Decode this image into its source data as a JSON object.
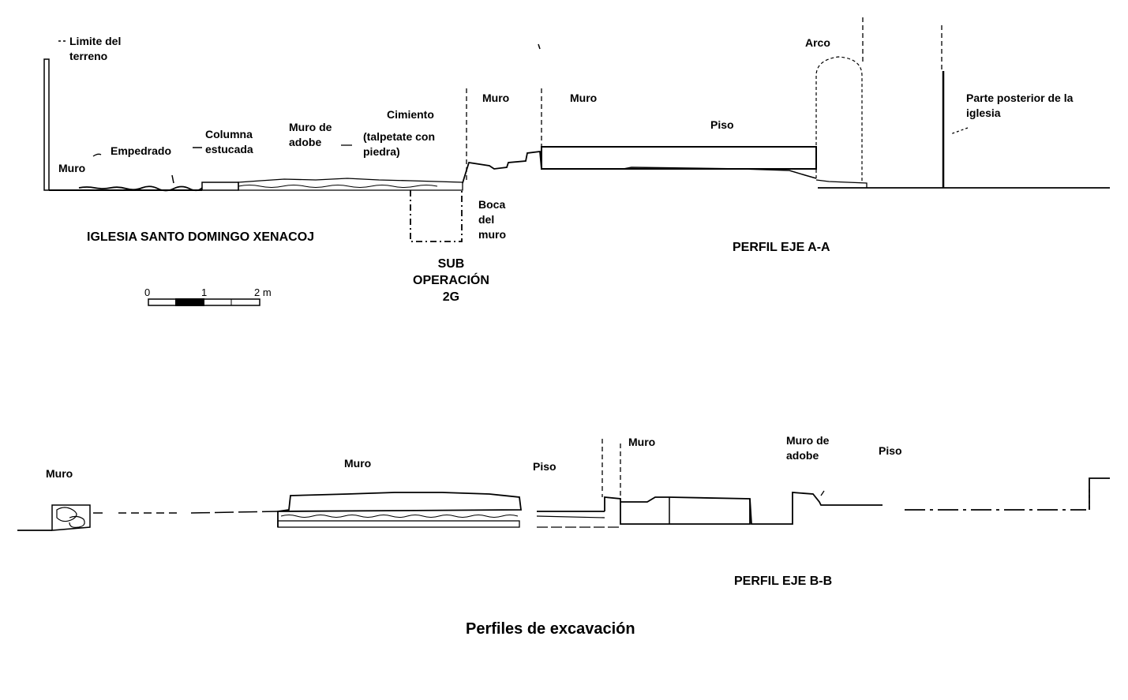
{
  "top_profile": {
    "labels": {
      "limite": "Limite del\nterreno",
      "muro_left": "Muro",
      "empedrado": "Empedrado",
      "columna": "Columna\nestucada",
      "muro_adobe": "Muro de\nadobe",
      "cimiento": "Cimiento",
      "talpetate": "(talpetate con\npiedra)",
      "muro_1": "Muro",
      "muro_2": "Muro",
      "piso": "Piso",
      "arco": "Arco",
      "parte_posterior": "Parte posterior de la\niglesia",
      "boca": "Boca\ndel\nmuro",
      "sub_operacion": "SUB\nOPERACIÓN\n2G"
    },
    "site_title": "IGLESIA SANTO DOMINGO XENACOJ",
    "profile_title": "PERFIL EJE A-A",
    "scale": {
      "t0": "0",
      "t1": "1",
      "t2": "2 m"
    }
  },
  "bottom_profile": {
    "labels": {
      "muro_left": "Muro",
      "muro_mid": "Muro",
      "piso_1": "Piso",
      "muro_right": "Muro",
      "muro_adobe": "Muro de\nadobe",
      "piso_2": "Piso"
    },
    "profile_title": "PERFIL EJE B-B"
  },
  "caption": "Perfiles de excavación"
}
